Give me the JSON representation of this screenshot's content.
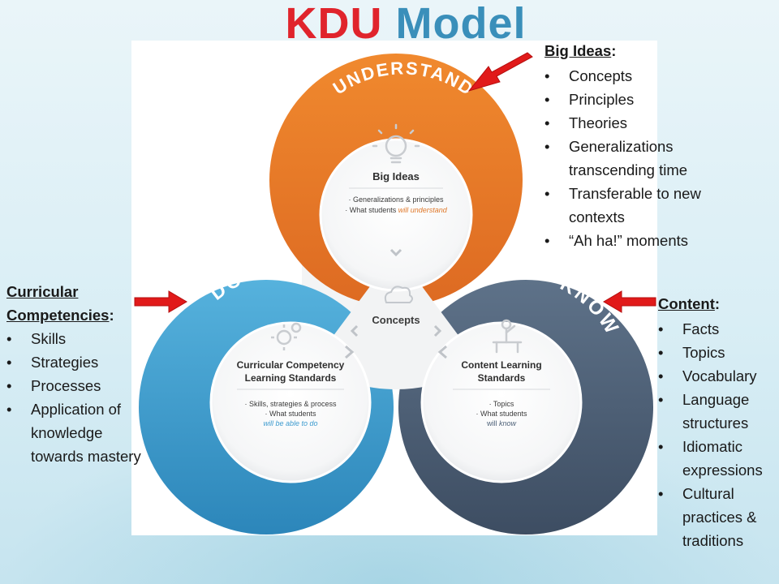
{
  "title": {
    "word1": "KDU",
    "word2": "Model"
  },
  "diagram": {
    "understand": {
      "ring_label": "UNDERSTAND",
      "heading": "Big Ideas",
      "line1": "· Generalizations & principles",
      "line2_prefix": "· What students ",
      "line2_emph": "will understand",
      "icon": "lightbulb-icon"
    },
    "do": {
      "ring_label": "DO",
      "heading1": "Curricular Competency",
      "heading2": "Learning Standards",
      "line1": "· Skills, strategies & process",
      "line2": "· What students",
      "line3": "will be able to do",
      "icon": "gears-icon"
    },
    "know": {
      "ring_label": "KNOW",
      "heading1": "Content Learning",
      "heading2": "Standards",
      "line1": "· Topics",
      "line2": "· What students",
      "line3_prefix": "will ",
      "line3_emph": "know",
      "icon": "student-desk-icon"
    },
    "center": {
      "label": "Concepts",
      "icon": "cloud-icon"
    }
  },
  "big_ideas_list": {
    "heading": "Big Ideas",
    "items": [
      "Concepts",
      "Principles",
      "Theories",
      "Generalizations",
      "transcending time",
      "Transferable to new",
      "contexts",
      "“Ah ha!” moments"
    ]
  },
  "curricular_list": {
    "heading1": "Curricular",
    "heading2": "Competencies",
    "items": [
      "Skills",
      "Strategies",
      "Processes",
      "Application of",
      "knowledge",
      "towards mastery"
    ]
  },
  "content_list": {
    "heading": "Content",
    "items": [
      "Facts",
      "Topics",
      "Vocabulary",
      "Language",
      "structures",
      "Idiomatic",
      "expressions",
      "Cultural",
      "practices &",
      "traditions"
    ]
  },
  "colors": {
    "title_red": "#e0242c",
    "title_blue": "#3a8fba",
    "understand_orange": "#e87a2a",
    "do_blue": "#3d9bcf",
    "know_slate": "#4d6178",
    "arrow_red": "#e11a1a"
  }
}
